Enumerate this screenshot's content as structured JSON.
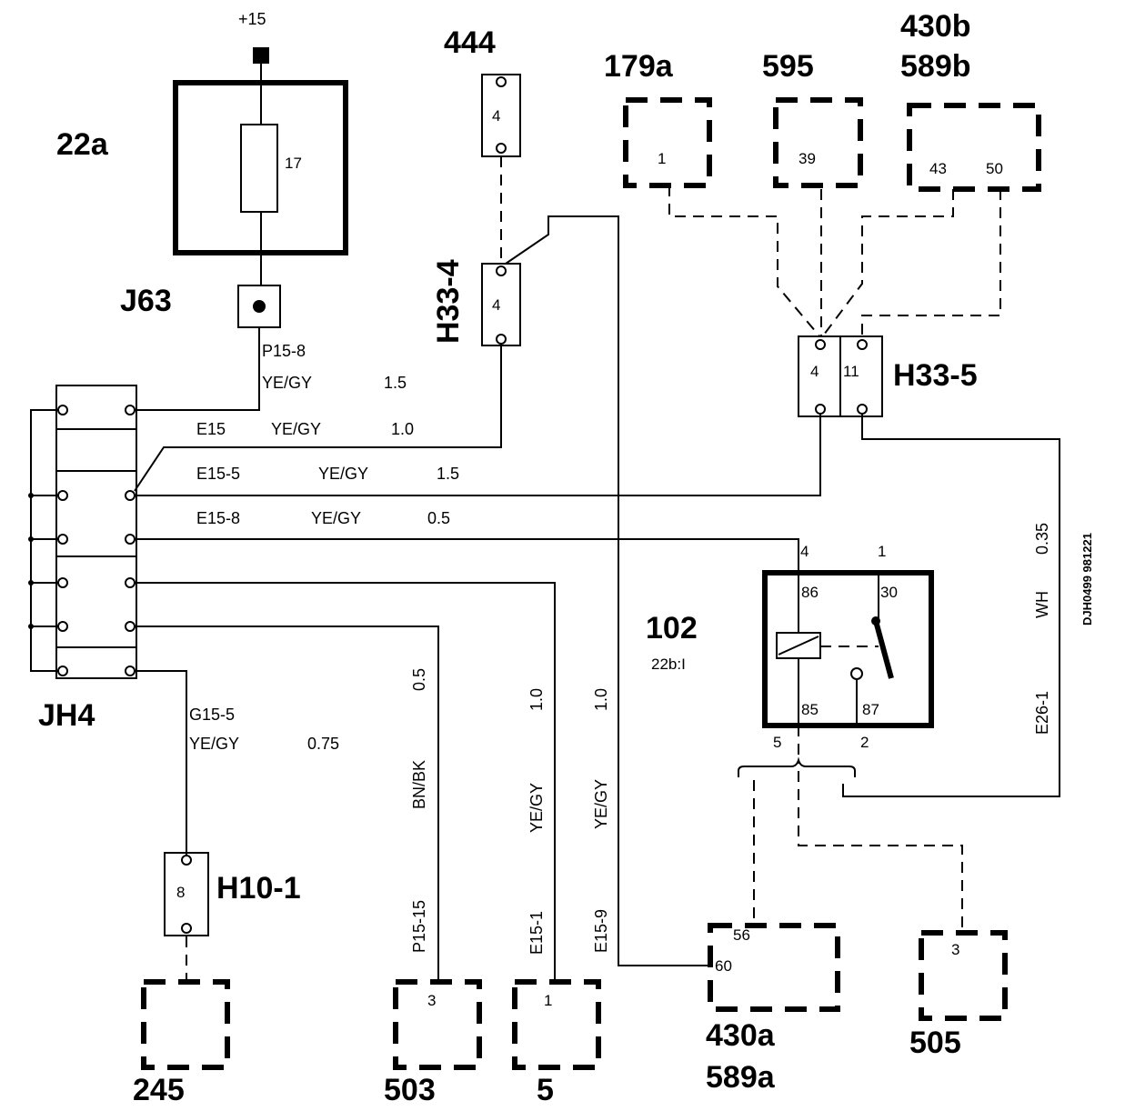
{
  "components": {
    "fuse_box": {
      "id": "22a",
      "supply": "+15",
      "fuse": "17"
    },
    "j63": {
      "id": "J63"
    },
    "jh4": {
      "id": "JH4"
    },
    "c444": {
      "id": "444",
      "pin": "4"
    },
    "h33_4": {
      "id": "H33-4",
      "pin": "4"
    },
    "c179a": {
      "id": "179a",
      "pin": "1"
    },
    "c595": {
      "id": "595",
      "pin": "39"
    },
    "c430b": {
      "id_top": "430b",
      "id_bottom": "589b",
      "pin_a": "43",
      "pin_b": "50"
    },
    "h33_5": {
      "id": "H33-5",
      "pin_a": "4",
      "pin_b": "11"
    },
    "relay": {
      "id": "102",
      "sub": "22b:I",
      "t86": "86",
      "t30": "30",
      "t85": "85",
      "t87": "87",
      "p4": "4",
      "p1": "1",
      "p5": "5",
      "p2": "2"
    },
    "h10_1": {
      "id": "H10-1",
      "pin": "8"
    },
    "c245": {
      "id": "245"
    },
    "c503": {
      "id": "503",
      "pin": "3"
    },
    "c5": {
      "id": "5",
      "pin": "1"
    },
    "c430a": {
      "id_top": "430a",
      "id_bottom": "589a",
      "pin_a": "56",
      "pin_b": "60"
    },
    "c505": {
      "id": "505",
      "pin": "3"
    }
  },
  "wires": {
    "p15_8": {
      "code": "P15-8",
      "color": "YE/GY",
      "size": "1.5"
    },
    "e15": {
      "code": "E15",
      "color": "YE/GY",
      "size": "1.0"
    },
    "e15_5": {
      "code": "E15-5",
      "color": "YE/GY",
      "size": "1.5"
    },
    "e15_8": {
      "code": "E15-8",
      "color": "YE/GY",
      "size": "0.5"
    },
    "g15_5": {
      "code": "G15-5",
      "color": "YE/GY",
      "size": "0.75"
    },
    "p15_15": {
      "code": "P15-15",
      "color": "BN/BK",
      "size": "0.5"
    },
    "e15_1": {
      "code": "E15-1",
      "color": "YE/GY",
      "size": "1.0"
    },
    "e15_9": {
      "code": "E15-9",
      "color": "YE/GY",
      "size": "1.0"
    },
    "e26_1": {
      "code": "E26-1",
      "color": "WH",
      "size": "0.35"
    }
  },
  "drawing_code": "DJH0499 981221"
}
